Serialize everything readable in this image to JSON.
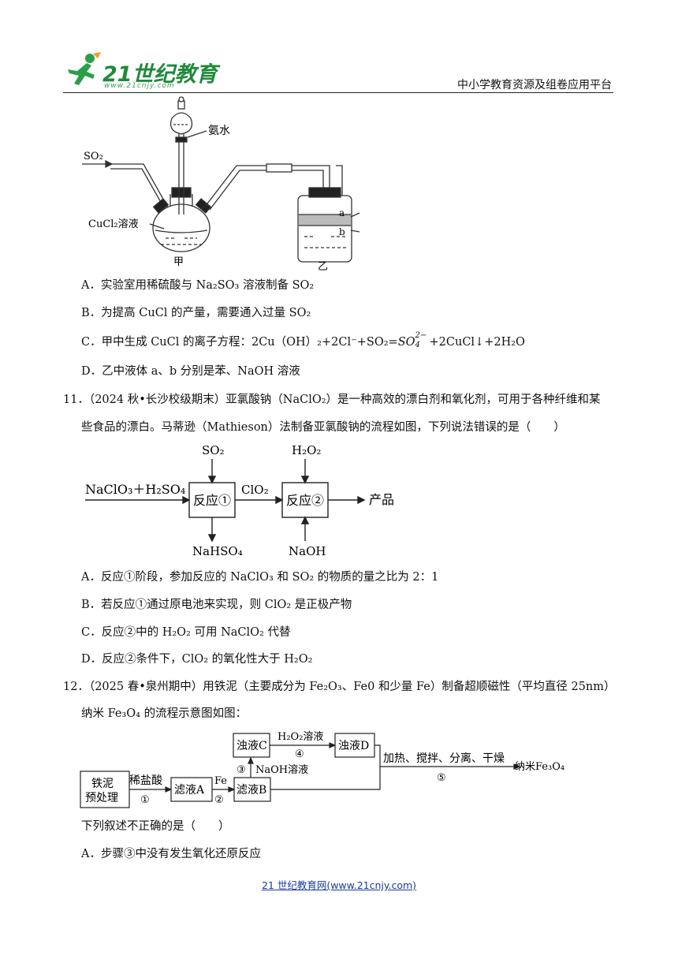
{
  "header": {
    "logo_text": "21世纪教育",
    "logo_url": "www.21cnjy.com",
    "platform": "中小学教育资源及组卷应用平台"
  },
  "fig1": {
    "label_so2": "SO₂",
    "label_ammonia": "氨水",
    "label_cucl2": "CuCl₂溶液",
    "label_jia": "甲",
    "label_yi": "乙",
    "label_a": "a",
    "label_b": "b"
  },
  "q10": {
    "optA": "A．实验室用稀硫酸与 Na₂SO₃ 溶液制备 SO₂",
    "optB": "B．为提高 CuCl 的产量，需要通入过量 SO₂",
    "optC_pre": "C．甲中生成 CuCl 的离子方程：2Cu（OH）₂+2Cl⁻+SO₂=",
    "optC_ion": "SO",
    "optC_ion_sub": "4",
    "optC_ion_sup": "2−",
    "optC_post": "+2CuCl↓+2H₂O",
    "optD": "D．乙中液体 a、b 分别是苯、NaOH 溶液"
  },
  "q11": {
    "stem1": "11．（2024 秋•长沙校级期末）亚氯酸钠（NaClO₂）是一种高效的漂白剂和氧化剂，可用于各种纤维和某",
    "stem2": "些食品的漂白。马蒂逊（Mathieson）法制备亚氯酸钠的流程如图，下列说法错误的是（　　）",
    "flow": {
      "input": "NaClO₃＋H₂SO₄",
      "so2": "SO₂",
      "reaction1": "反应①",
      "clo2": "ClO₂",
      "h2o2": "H₂O₂",
      "reaction2": "反应②",
      "product": "产品",
      "nahso4": "NaHSO₄",
      "naoh": "NaOH"
    },
    "optA": "A．反应①阶段，参加反应的 NaClO₃ 和 SO₂ 的物质的量之比为 2：1",
    "optB": "B．若反应①通过原电池来实现，则 ClO₂ 是正极产物",
    "optC": "C．反应②中的 H₂O₂ 可用 NaClO₂ 代替",
    "optD": "D．反应②条件下，ClO₂ 的氧化性大于 H₂O₂"
  },
  "q12": {
    "stem1": "12．（2025 春•泉州期中）用铁泥（主要成分为 Fe₂O₃、Fe0 和少量 Fe）制备超顺磁性（平均直径 25nm）",
    "stem2": "纳米 Fe₃O₄ 的流程示意图如图：",
    "flow": {
      "box_pre1": "铁泥",
      "box_pre2": "预处理",
      "hcl": "稀盐酸",
      "step1": "①",
      "filtrate_a": "滤液A",
      "fe": "Fe",
      "step2": "②",
      "filtrate_b": "滤液B",
      "step3": "③",
      "naoh_sol": "NaOH溶液",
      "turbid_c": "浊液C",
      "h2o2_sol": "H₂O₂溶液",
      "step4": "④",
      "turbid_d": "浊液D",
      "process": "加热、搅拌、分离、干燥",
      "step5": "⑤",
      "product": "纳米Fe₃O₄"
    },
    "question": "下列叙述不正确的是（　　）",
    "optA": "A．步骤③中没有发生氧化还原反应"
  },
  "footer": {
    "link": "21 世纪教育网(www.21cnjy.com)"
  }
}
